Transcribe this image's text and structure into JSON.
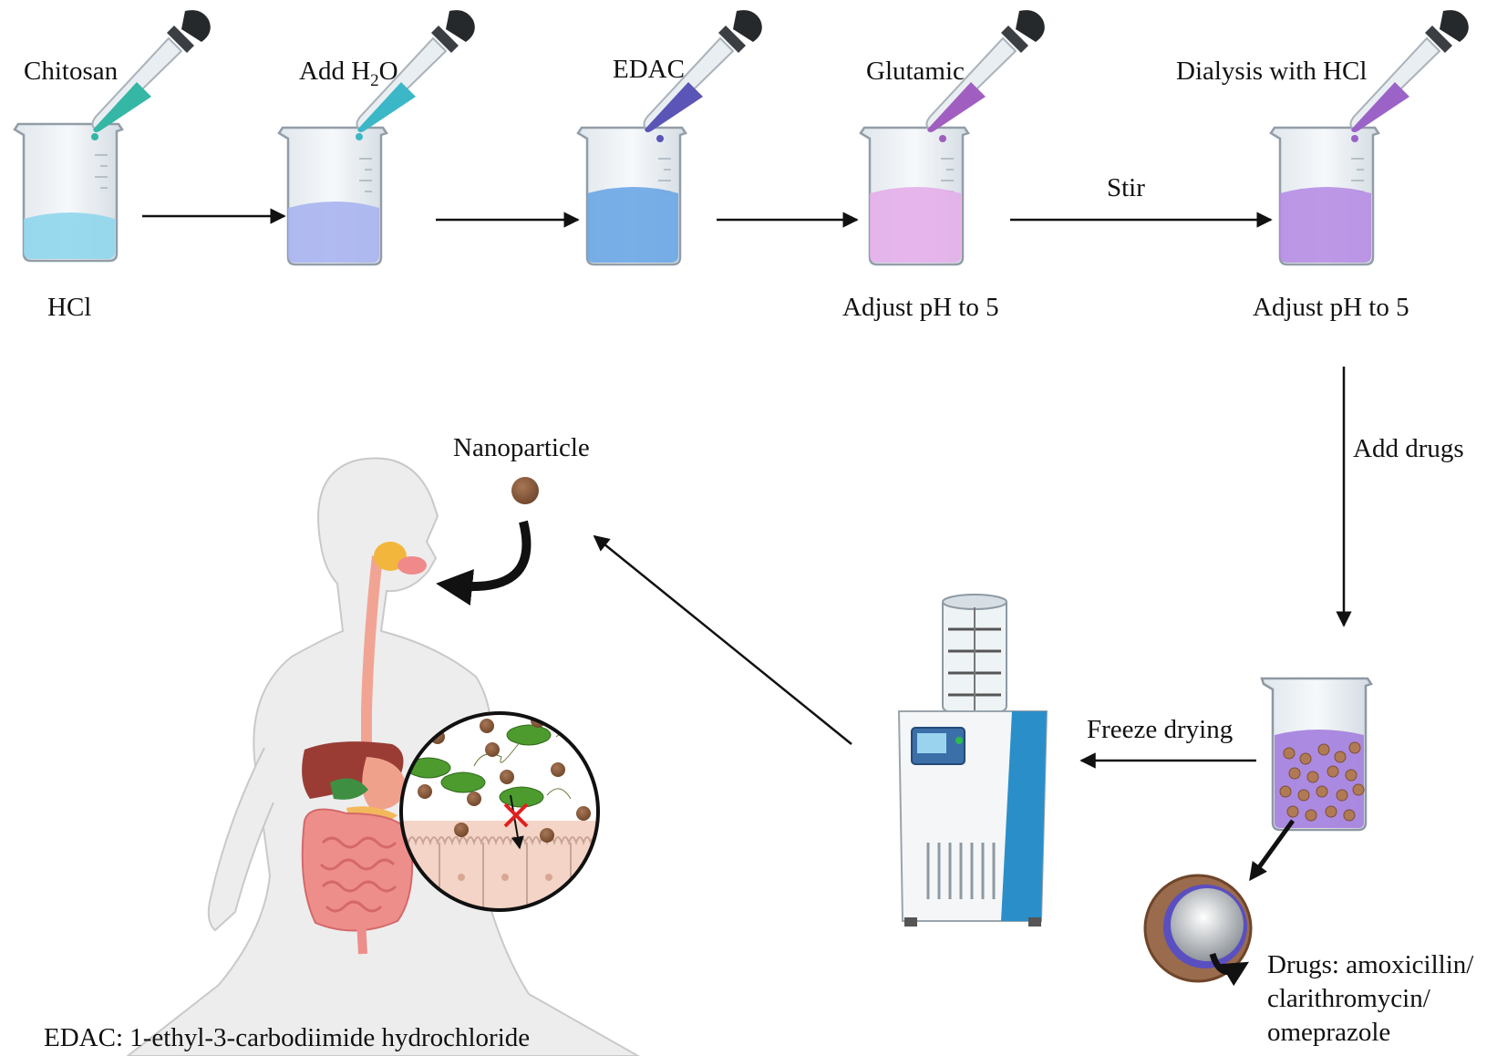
{
  "steps": {
    "s1": {
      "top": "Chitosan",
      "bottom": "HCl"
    },
    "s2": {
      "top_prefix": "Add H",
      "top_sub": "2",
      "top_suffix": "O"
    },
    "s3": {
      "top": "EDAC"
    },
    "s4": {
      "top": "Glutamic",
      "bottom": "Adjust pH to 5"
    },
    "s5": {
      "top": "Dialysis with HCl",
      "bottom": "Adjust pH to 5"
    }
  },
  "arrows": {
    "stir": "Stir",
    "add_drugs": "Add drugs",
    "freeze_drying": "Freeze drying"
  },
  "nanoparticle_label": "Nanoparticle",
  "drugs": {
    "line1": "Drugs: amoxicillin/",
    "line2": "clarithromycin/",
    "line3": "omeprazole"
  },
  "footnote": "EDAC: 1-ethyl-3-carbodiimide hydrochloride",
  "colors": {
    "beaker1_liquid": "#8fd6ec",
    "beaker2_liquid": "#a9b4ef",
    "beaker3_liquid": "#6aa6e4",
    "beaker4_liquid": "#e3aeea",
    "beaker5_liquid": "#b68de4",
    "beaker6_liquid": "#a784df",
    "nanoparticle": "#8a5a3c",
    "bacteria": "#4d9b2e",
    "block_mark": "#e02020"
  }
}
